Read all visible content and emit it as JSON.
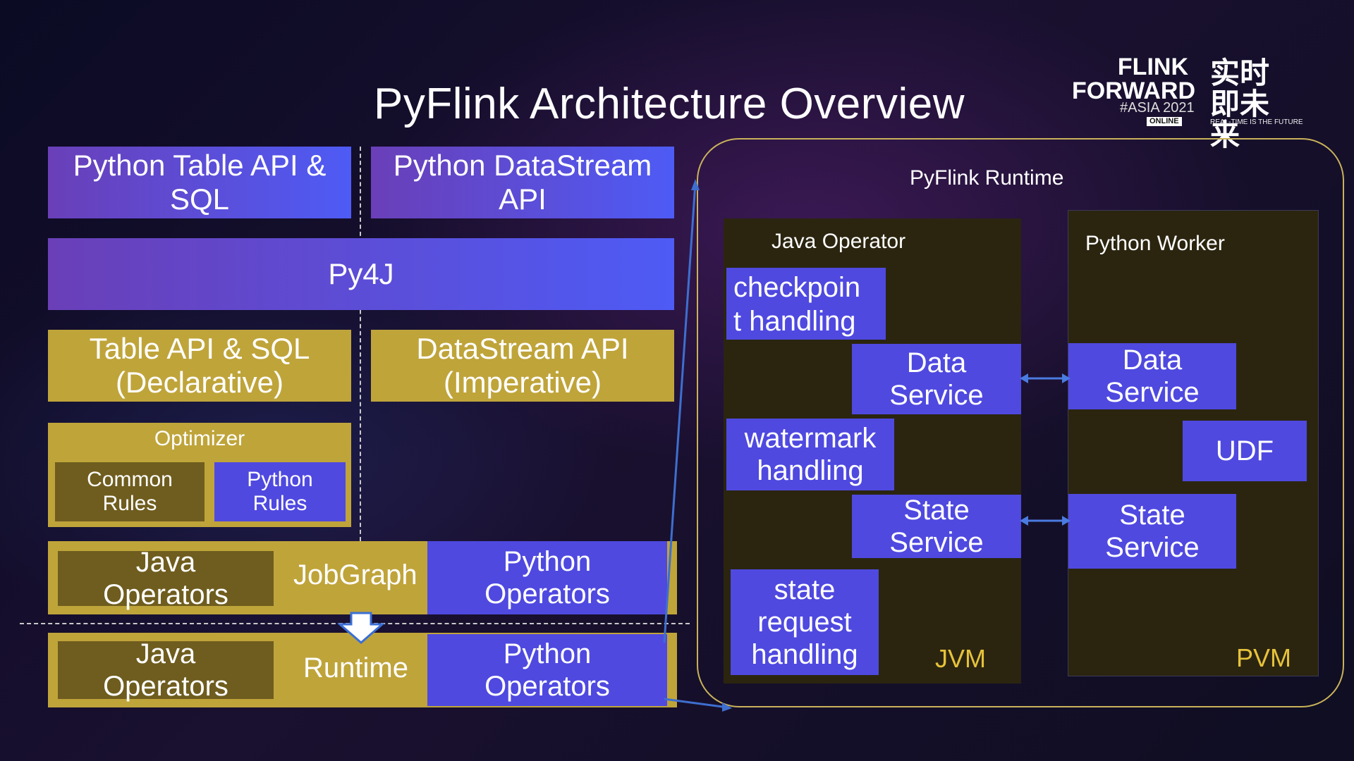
{
  "title": "PyFlink Architecture Overview",
  "logo": {
    "line1": "FLINK",
    "line2": "FORWARD",
    "edition": "#ASIA 2021",
    "online": "ONLINE",
    "cn_line1": "实时",
    "cn_line2": "即未来",
    "tagline": "REAL-TIME IS THE FUTURE"
  },
  "left_stack": {
    "table_api": "Python Table API & SQL",
    "datastream_api": "Python DataStream API",
    "py4j": "Py4J",
    "table_sql_line1": "Table API & SQL",
    "table_sql_line2": "(Declarative)",
    "datastream_line1": "DataStream API",
    "datastream_line2": "(Imperative)",
    "optimizer": "Optimizer",
    "common_rules": "Common Rules",
    "python_rules": "Python Rules",
    "jobgraph_java": "Java Operators",
    "jobgraph_label": "JobGraph",
    "jobgraph_python": "Python Operators",
    "runtime_java": "Java Operators",
    "runtime_label": "Runtime",
    "runtime_python": "Python Operators"
  },
  "runtime": {
    "title": "PyFlink Runtime",
    "java_operator": {
      "title": "Java Operator",
      "checkpoint": "checkpoin t handling",
      "data_service": "Data Service",
      "watermark": "watermark handling",
      "state_service": "State Service",
      "state_request": "state request handling",
      "jvm": "JVM"
    },
    "python_worker": {
      "title": "Python Worker",
      "data_service": "Data Service",
      "udf": "UDF",
      "state_service": "State Service",
      "pvm": "PVM"
    }
  }
}
